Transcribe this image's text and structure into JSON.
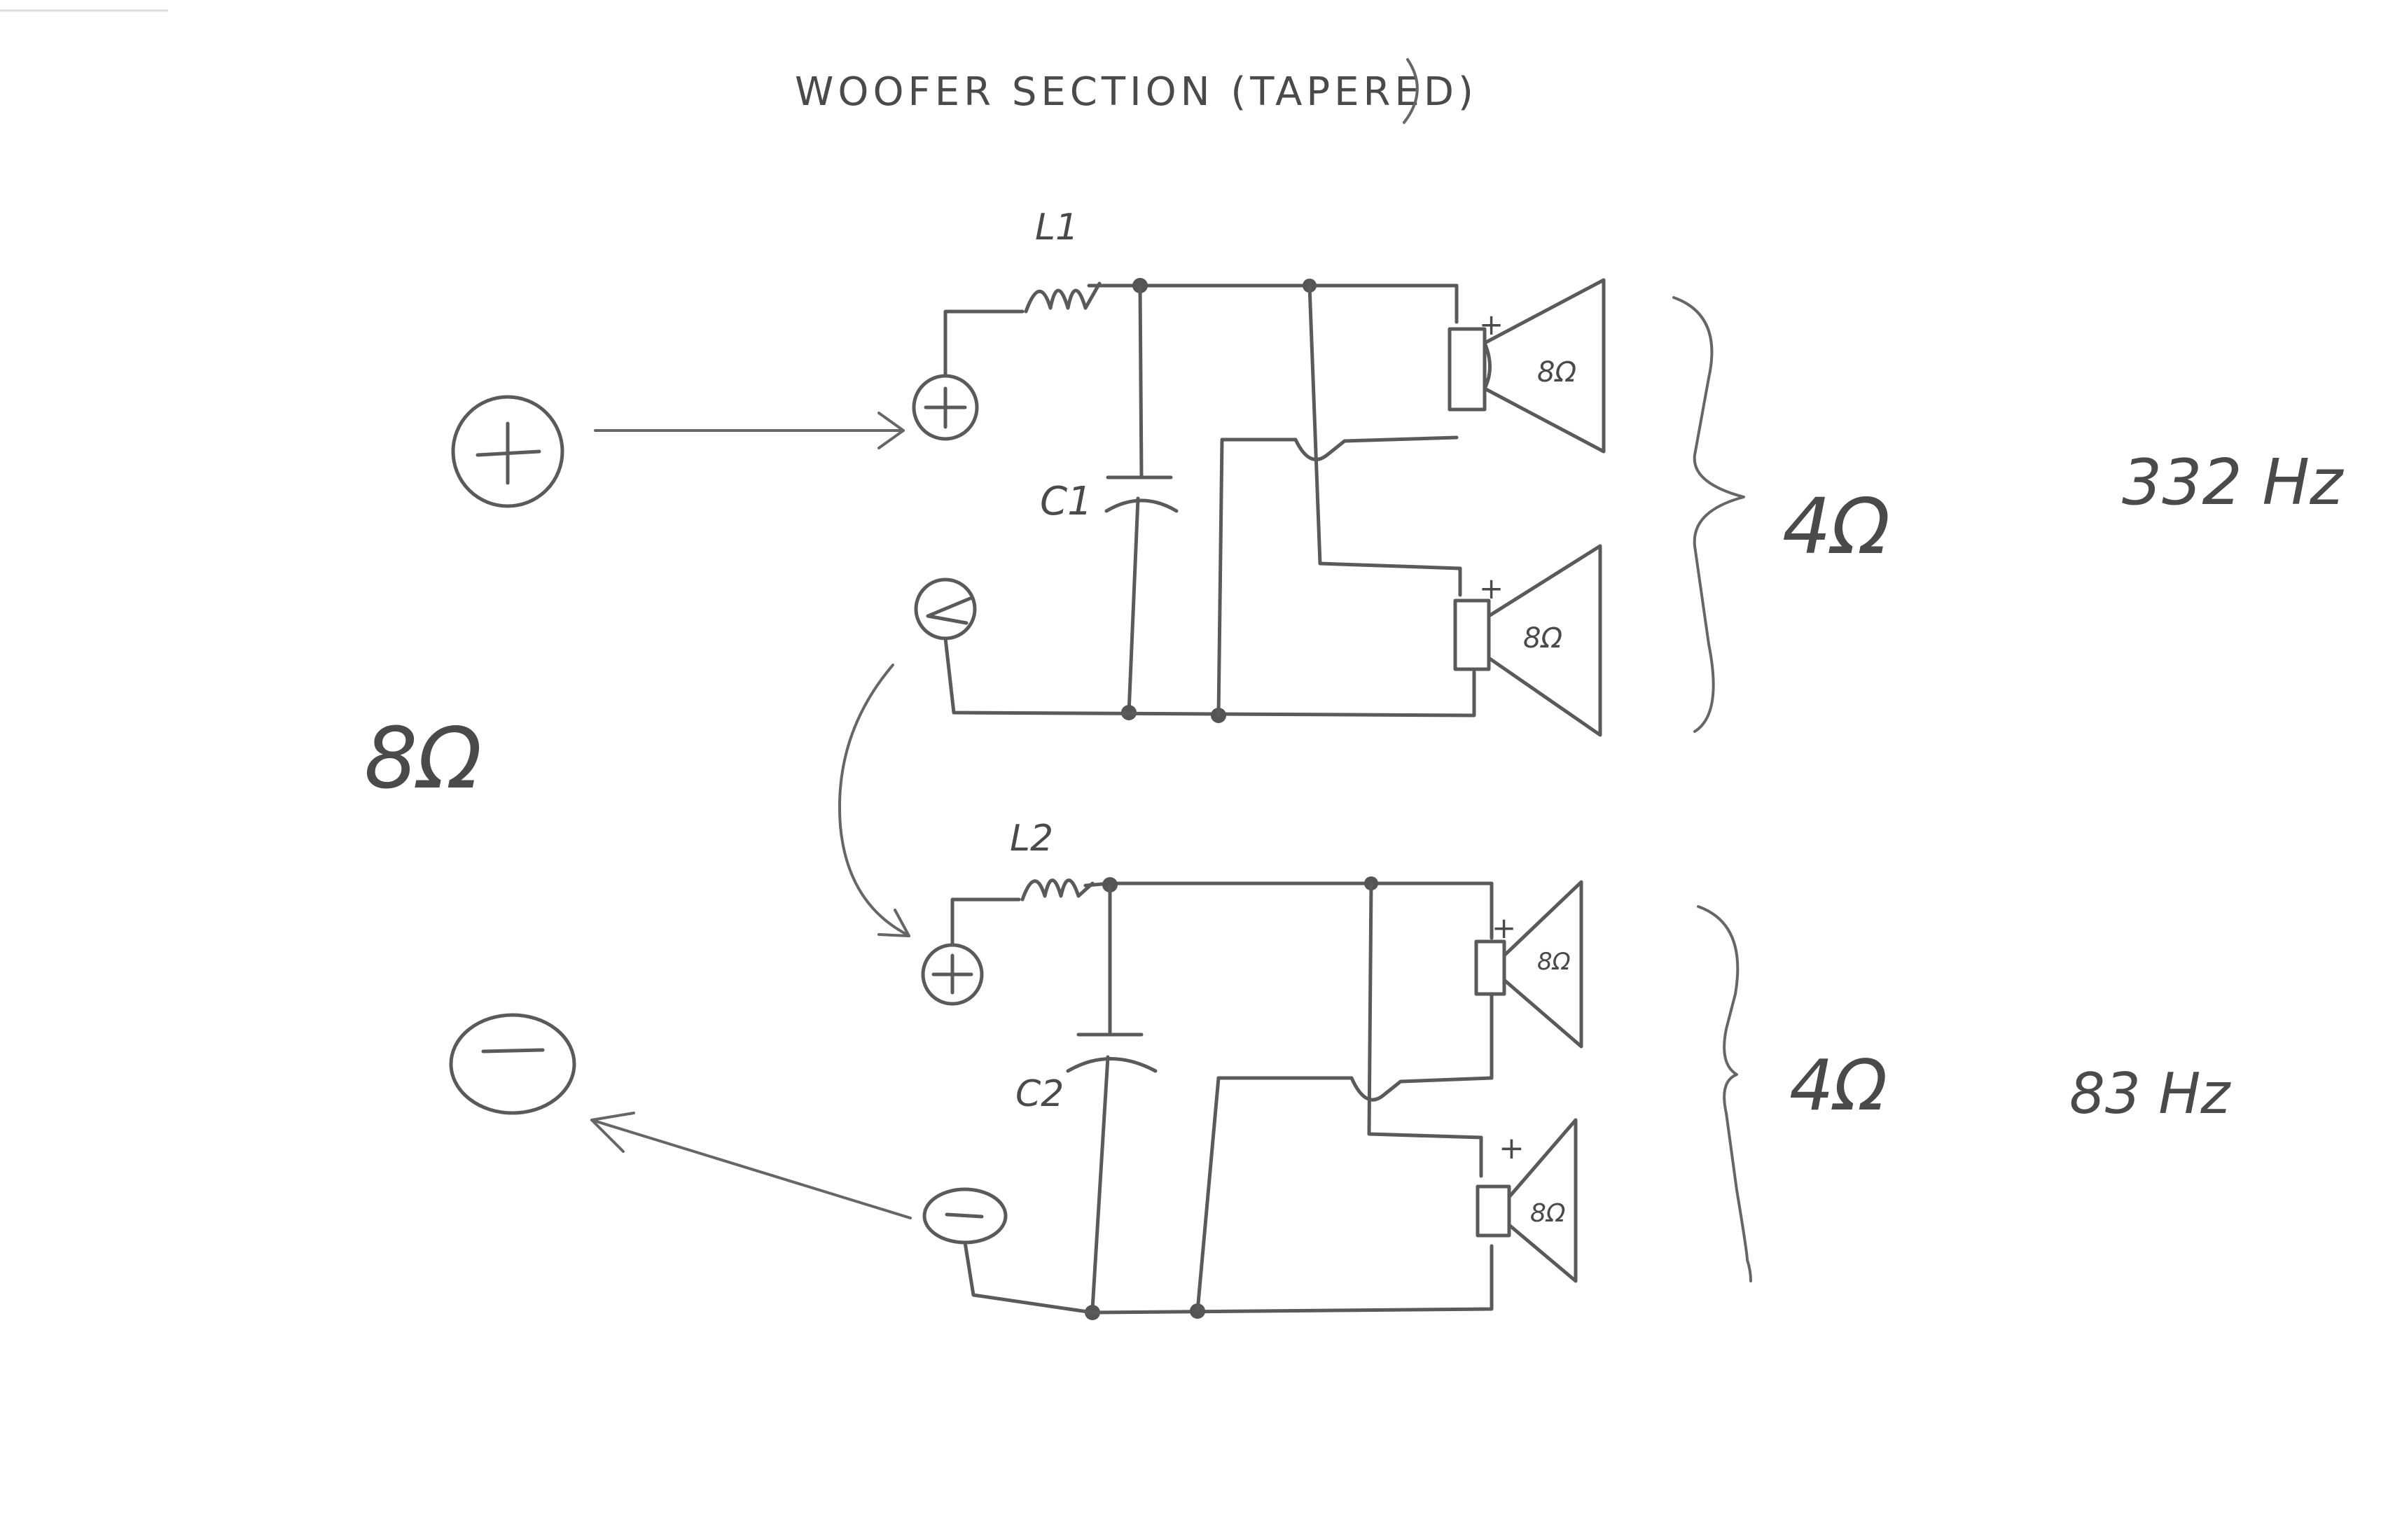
{
  "title": "WOOFER SECTION (TAPERED)",
  "terminals": {
    "input_plus": "+",
    "input_minus": "−",
    "section_plus": "+",
    "section_minus": "−"
  },
  "left_impedance": "8Ω",
  "top_section": {
    "inductor": "L1",
    "capacitor": "C1",
    "driver_polarity": "+",
    "driver_impedance": "8Ω",
    "total_impedance": "4Ω",
    "frequency": "332 Hz"
  },
  "bottom_section": {
    "inductor": "L2",
    "capacitor": "C2",
    "driver_polarity": "+",
    "driver_impedance": "8Ω",
    "total_impedance": "4Ω",
    "frequency": "83 Hz"
  }
}
